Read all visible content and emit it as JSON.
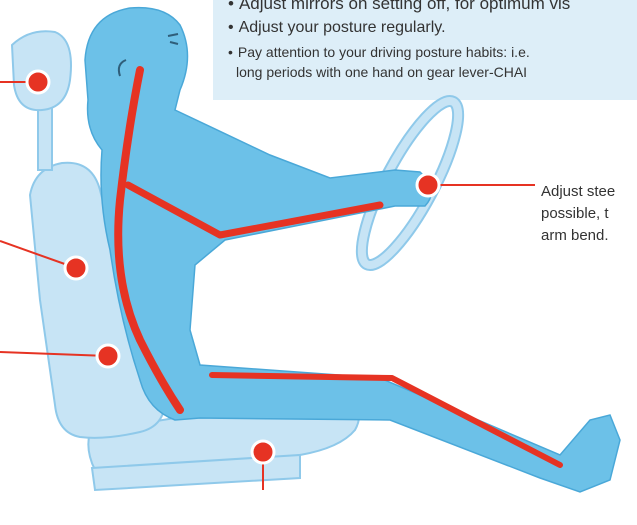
{
  "tips": [
    "Adjust mirrors on setting off, for optimum vis",
    "Adjust your posture regularly.",
    "Pay attention to your driving posture habits: i.e.",
    "long periods with one hand on gear lever-CHAI"
  ],
  "bullet": "•",
  "steering_callout": {
    "line1": "Adjust stee",
    "line2": "possible, t",
    "line3": "arm bend."
  },
  "colors": {
    "body": "#6cc1e8",
    "seat": "#c7e4f5",
    "seat_outline": "#8fc9ea",
    "spine": "#e63323",
    "callout_dot": "#e63323",
    "tip_background": "#ddeef8"
  }
}
